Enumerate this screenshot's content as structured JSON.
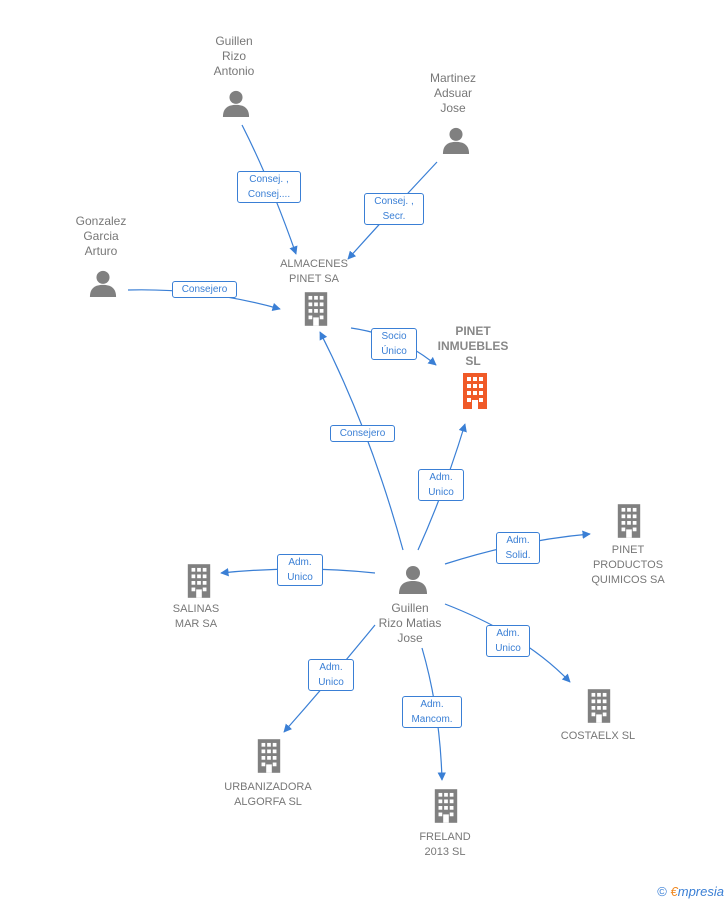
{
  "colors": {
    "edge": "#3a7fd5",
    "node": "#808080",
    "focus": "#f05a28"
  },
  "nodes": {
    "guillen_rizo_antonio": {
      "label": "Guillen\nRizo\nAntonio",
      "kind": "person"
    },
    "martinez_adsuar": {
      "label": "Martinez\nAdsuar\nJose",
      "kind": "person"
    },
    "gonzalez_garcia": {
      "label": "Gonzalez\nGarcia\nArturo",
      "kind": "person"
    },
    "almacenes": {
      "label": "ALMACENES\nPINET SA",
      "kind": "company"
    },
    "pinet_inmuebles": {
      "label": "PINET\nINMUEBLES\nSL",
      "kind": "company-focus"
    },
    "guillen_rizo_matias": {
      "label": "Guillen\nRizo Matias\nJose",
      "kind": "person"
    },
    "pinet_productos": {
      "label": "PINET\nPRODUCTOS\nQUIMICOS SA",
      "kind": "company"
    },
    "salinas": {
      "label": "SALINAS\nMAR SA",
      "kind": "company"
    },
    "costaelx": {
      "label": "COSTAELX SL",
      "kind": "company"
    },
    "urbanizadora": {
      "label": "URBANIZADORA\nALGORFA  SL",
      "kind": "company"
    },
    "freland": {
      "label": "FRELAND\n2013 SL",
      "kind": "company"
    }
  },
  "edges": {
    "e1": "Consej. ,\nConsej....",
    "e2": "Consej. ,\nSecr.",
    "e3": "Consejero",
    "e4": "Socio\nÚnico",
    "e5": "Consejero",
    "e6": "Adm.\nUnico",
    "e7": "Adm.\nSolid.",
    "e8": "Adm.\nUnico",
    "e9": "Adm.\nUnico",
    "e10": "Adm.\nUnico",
    "e11": "Adm.\nMancom."
  },
  "icons": {
    "person": "person-icon",
    "company": "building-icon"
  },
  "watermark": {
    "copyright": "©",
    "brand_initial": "€",
    "brand_rest": "mpresia"
  }
}
